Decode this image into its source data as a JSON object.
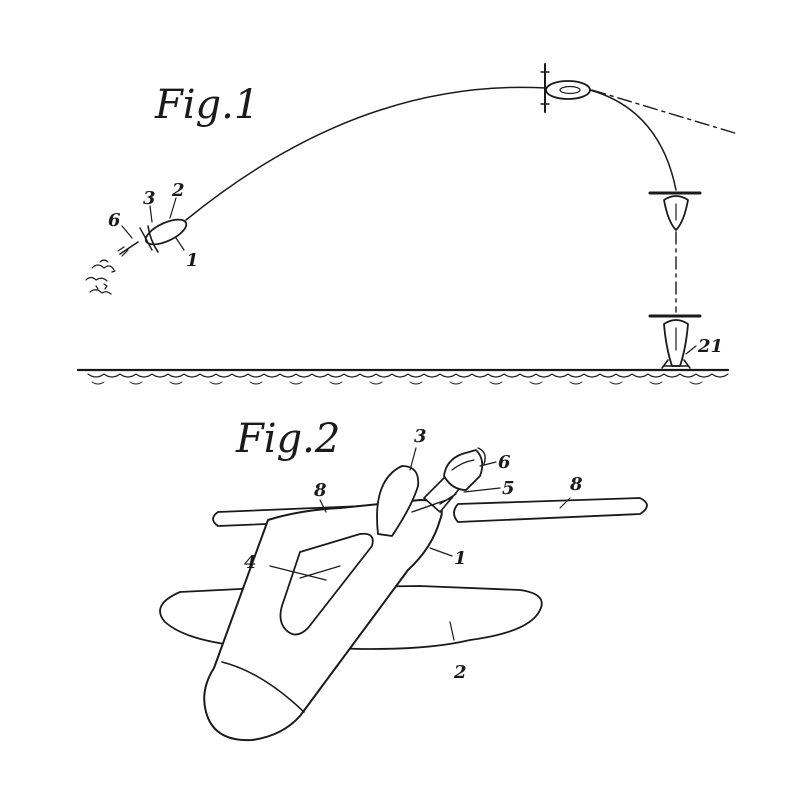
{
  "figure1": {
    "title": "Fig.1",
    "labels": {
      "ref_6": "6",
      "ref_3": "3",
      "ref_2": "2",
      "ref_1": "1",
      "ref_21": "21"
    }
  },
  "figure2": {
    "title": "Fig.2",
    "labels": {
      "ref_3": "3",
      "ref_6": "6",
      "ref_5": "5",
      "ref_8_left": "8",
      "ref_8_right": "8",
      "ref_4": "4",
      "ref_1": "1",
      "ref_2": "2"
    }
  },
  "colors": {
    "ink": "#1a1a1a",
    "paper": "#ffffff"
  }
}
